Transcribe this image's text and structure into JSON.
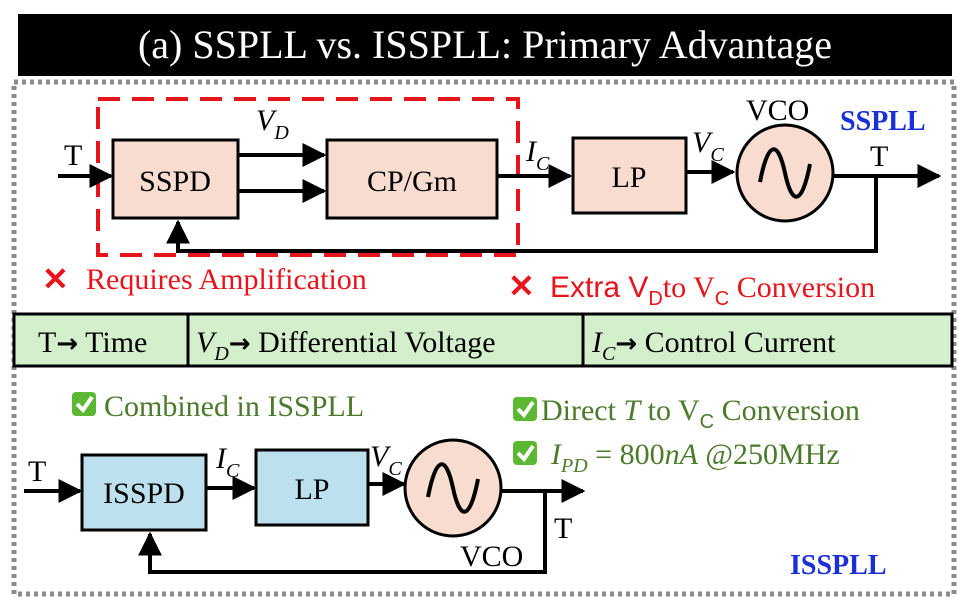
{
  "title": "(a) SSPLL vs. ISSPLL: Primary Advantage",
  "colors": {
    "block_pink": "#f8dccf",
    "block_blue": "#bde0ee",
    "legend_green": "#d4efcc",
    "red": "#e8141b",
    "green_text": "#4b7a2c",
    "blue_label": "#1a2fd6",
    "check_green": "#5cb832"
  },
  "top": {
    "label": "SSPLL",
    "input": "T",
    "output": "T",
    "vd": {
      "base": "V",
      "sub": "D"
    },
    "ic": {
      "base": "I",
      "sub": "C"
    },
    "vc": {
      "base": "V",
      "sub": "C"
    },
    "vco": "VCO",
    "blocks": {
      "sspd": "SSPD",
      "cpgm": "CP/Gm",
      "lp": "LP"
    },
    "notes": {
      "amp": "Requires Amplification",
      "conv": {
        "pre": "Extra V",
        "s1": "D",
        "mid": "to V",
        "s2": "C",
        "post": " Conversion"
      }
    }
  },
  "legend": {
    "t": {
      "pre": "T",
      "arrow": "→",
      "post": " Time"
    },
    "vd": {
      "base": "V",
      "sub": "D",
      "arrow": "→",
      "post": " Differential Voltage"
    },
    "ic": {
      "base": "I",
      "sub": "C",
      "arrow": "→",
      "post": " Control Current"
    }
  },
  "bottom": {
    "label": "ISSPLL",
    "input": "T",
    "output": "T",
    "ic": {
      "base": "I",
      "sub": "C"
    },
    "vc": {
      "base": "V",
      "sub": "C"
    },
    "vco": "VCO",
    "blocks": {
      "isspd": "ISSPD",
      "lp": "LP"
    },
    "notes": {
      "combined": "Combined in ISSPLL",
      "direct": {
        "pre": "Direct ",
        "t": "T",
        "mid": " to V",
        "sub": "C",
        "post": " Conversion"
      },
      "ipd": {
        "base": "I",
        "sub": "PD",
        "post": " = 800",
        "unit": "nA",
        "tail": " @250MHz"
      }
    }
  },
  "icons": [
    "cross-icon",
    "check-icon",
    "sine-wave-icon"
  ]
}
